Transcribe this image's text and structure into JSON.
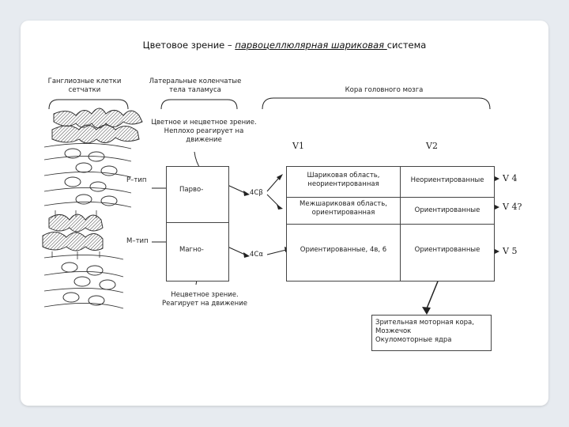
{
  "title": {
    "prefix": "Цветовое зрение – ",
    "emph": "парвоцеллюлярная шариковая ",
    "suffix": " система"
  },
  "headers": {
    "ganglion": [
      "Ганглиозные клетки",
      "сетчатки"
    ],
    "lgn": [
      "Латеральные коленчатые",
      "тела таламуса"
    ],
    "cortex": "Кора головного мозга"
  },
  "notes": {
    "color": [
      "Цветное и  нецветное зрение.",
      "Неплохо реагирует на",
      "движение"
    ],
    "noncolor": [
      "Нецветное зрение.",
      "Реагирует на движение"
    ]
  },
  "labels": {
    "ptype": "Р–тип",
    "mtype": "М–тип",
    "parvo": "Парво-",
    "magno": "Магно-",
    "l4cb": "4Сβ",
    "l4ca": "4Сα",
    "v1": "V1",
    "v2": "V2"
  },
  "v1_cells": {
    "blob": [
      "Шариковая область,",
      "неориентированная"
    ],
    "interblob": [
      "Межшариковая область,",
      "ориентированная"
    ],
    "layer": "Ориентированные, 4в, 6"
  },
  "v2_cells": {
    "a": "Неориентированные",
    "b": "Ориентированные",
    "c": "Ориентированные"
  },
  "outputs": {
    "v4": "V 4",
    "v47": "V 4?",
    "v5": "V 5"
  },
  "targets": [
    "Зрительная моторная кора,",
    "Мозжечок",
    "Окуломоторные ядра"
  ]
}
